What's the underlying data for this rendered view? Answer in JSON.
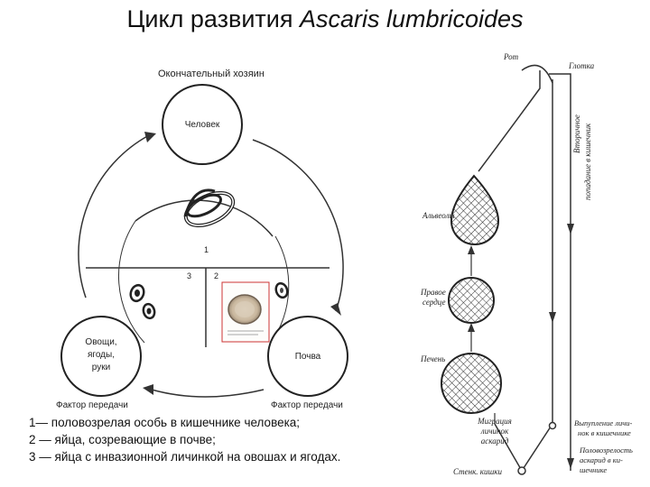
{
  "title": {
    "main": "Цикл развития",
    "species": "Ascaris lumbricoides"
  },
  "left_cycle": {
    "definitive_host_label": "Окончательный хозяин",
    "human_label": "Человек",
    "vegetables_label": [
      "Овощи,",
      "ягоды,",
      "руки"
    ],
    "soil_label": "Почва",
    "factor_left": "Фактор передачи",
    "factor_right": "Фактор передачи",
    "stage_1": "1",
    "stage_2": "2",
    "stage_3": "3"
  },
  "right_cycle": {
    "mouth": "Рот",
    "pharynx": "Глотка",
    "secondary_entry": [
      "Вторичное",
      "попадание в кишечник"
    ],
    "alveoli": "Альвеолы",
    "heart": [
      "Правое",
      "сердце"
    ],
    "liver": "Печень",
    "migration": [
      "Миграция",
      "личинок",
      "аскарид"
    ],
    "larva_exit": [
      "Выпупление личи-",
      "нок в кишечнике"
    ],
    "maturity": [
      "Половозрелость",
      "аскарид в ки-",
      "шечнике"
    ],
    "intestine_wall": "Стенк. кишки"
  },
  "legend": [
    "1— половозрелая особь в кишечнике человека;",
    "2 —  яйца, созревающие в почве;",
    "3 — яйца с инвазионной личинкой на овошах и ягодах."
  ]
}
